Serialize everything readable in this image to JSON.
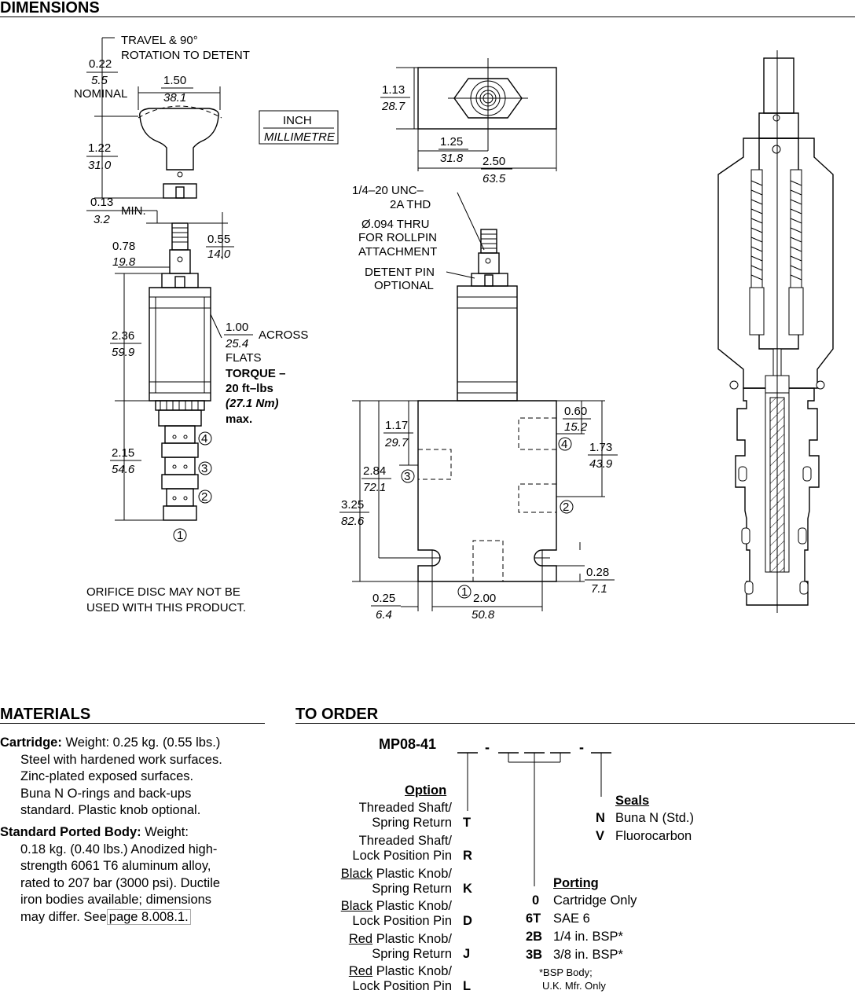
{
  "dimensions": {
    "title": "DIMENSIONS",
    "units_legend": {
      "inch": "INCH",
      "mm": "MILLIMETRE"
    },
    "notes": {
      "travel": [
        "TRAVEL & 90°",
        "ROTATION TO DETENT"
      ],
      "nominal": "NOMINAL",
      "min": "MIN.",
      "across": "ACROSS",
      "flats": "FLATS",
      "torque": [
        "TORQUE –",
        "20 ft–lbs",
        "(27.1 Nm)",
        "max."
      ],
      "thread": [
        "1/4–20 UNC–",
        "2A THD"
      ],
      "rollpin": [
        "Ø.094 THRU",
        "FOR ROLLPIN",
        "ATTACHMENT"
      ],
      "detent": [
        "DETENT PIN",
        "OPTIONAL"
      ],
      "orifice": [
        "ORIFICE DISC MAY NOT BE",
        "USED WITH THIS PRODUCT."
      ]
    },
    "dims": {
      "d1": [
        "0.22",
        "5.5"
      ],
      "d2": [
        "1.50",
        "38.1"
      ],
      "d3": [
        "1.22",
        "31.0"
      ],
      "d4": [
        "0.13",
        "3.2"
      ],
      "d5": [
        "0.78",
        "19.8"
      ],
      "d6": [
        "0.55",
        "14.0"
      ],
      "d7": [
        "2.36",
        "59.9"
      ],
      "d8": [
        "1.00",
        "25.4"
      ],
      "d9": [
        "2.15",
        "54.6"
      ],
      "d10": [
        "1.13",
        "28.7"
      ],
      "d11": [
        "1.25",
        "31.8"
      ],
      "d12": [
        "2.50",
        "63.5"
      ],
      "d13": [
        "1.17",
        "29.7"
      ],
      "d14": [
        "2.84",
        "72.1"
      ],
      "d15": [
        "3.25",
        "82.6"
      ],
      "d16": [
        "0.60",
        "15.2"
      ],
      "d17": [
        "1.73",
        "43.9"
      ],
      "d18": [
        "0.28",
        "7.1"
      ],
      "d19": [
        "0.25",
        "6.4"
      ],
      "d20": [
        "2.00",
        "50.8"
      ]
    },
    "ports": [
      "1",
      "2",
      "3",
      "4"
    ]
  },
  "materials": {
    "title": "MATERIALS",
    "cartridge_label": "Cartridge:",
    "cartridge_lines": [
      "Weight: 0.25 kg. (0.55 lbs.)",
      "Steel with hardened work surfaces.",
      "Zinc-plated exposed surfaces.",
      "Buna N O-rings and back-ups",
      "standard. Plastic knob optional."
    ],
    "body_label": "Standard Ported Body:",
    "body_lines": [
      "Weight:",
      "0.18 kg. (0.40 lbs.) Anodized high-",
      "strength 6061 T6 aluminum alloy,",
      "rated to 207 bar (3000 psi). Ductile",
      "iron bodies available; dimensions",
      "may differ. See"
    ],
    "page_link": "page 8.008.1",
    "page_link_tail": "."
  },
  "to_order": {
    "title": "TO ORDER",
    "model": "MP08-41",
    "option": {
      "heading": "Option",
      "items": [
        {
          "l1": "Threaded Shaft/",
          "l2": "Spring Return",
          "code": "T"
        },
        {
          "l1": "Threaded Shaft/",
          "l2": "Lock Position Pin",
          "code": "R"
        },
        {
          "l1a": "Black",
          "l1b": " Plastic Knob/",
          "l2": "Spring Return",
          "code": "K"
        },
        {
          "l1a": "Black",
          "l1b": " Plastic Knob/",
          "l2": "Lock Position Pin",
          "code": "D"
        },
        {
          "l1a": "Red",
          "l1b": " Plastic Knob/",
          "l2": "Spring Return",
          "code": "J"
        },
        {
          "l1a": "Red",
          "l1b": " Plastic Knob/",
          "l2": "Lock Position Pin",
          "code": "L"
        }
      ]
    },
    "seals": {
      "heading": "Seals",
      "items": [
        {
          "code": "N",
          "label": "Buna N (Std.)"
        },
        {
          "code": "V",
          "label": "Fluorocarbon"
        }
      ]
    },
    "porting": {
      "heading": "Porting",
      "items": [
        {
          "code": "0",
          "label": "Cartridge Only"
        },
        {
          "code": "6T",
          "label": "SAE 6"
        },
        {
          "code": "2B",
          "label": "1/4 in. BSP*"
        },
        {
          "code": "3B",
          "label": "3/8 in. BSP*"
        }
      ],
      "footnote": [
        "*BSP Body;",
        "U.K. Mfr. Only"
      ]
    }
  }
}
